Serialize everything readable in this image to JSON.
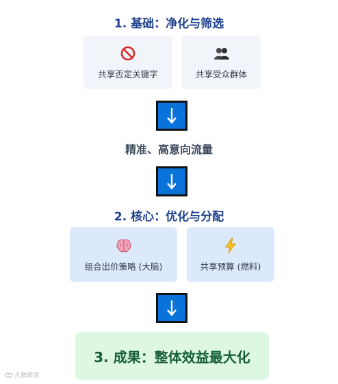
{
  "section1": {
    "title": "1. 基础：净化与筛选",
    "cards": [
      {
        "icon": "no-entry-icon",
        "label": "共享否定关键字"
      },
      {
        "icon": "people-icon",
        "label": "共享受众群体"
      }
    ]
  },
  "middle_text": "精准、高意向流量",
  "section2": {
    "title": "2. 核心：优化与分配",
    "cards": [
      {
        "icon": "brain-icon",
        "label": "组合出价策略 (大脑)"
      },
      {
        "icon": "lightning-icon",
        "label": "共享预算 (燃料)"
      }
    ]
  },
  "result": {
    "text": "3. 成果：整体效益最大化"
  },
  "arrow_glyph": "↓",
  "watermark": {
    "text": "大数跨境"
  },
  "colors": {
    "title": "#1d3f8f",
    "arrow_fill": "#0a73d9",
    "result_bg": "#ddf7e2",
    "result_text": "#17603a"
  }
}
